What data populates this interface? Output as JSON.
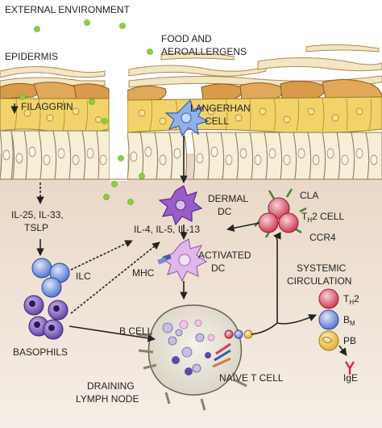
{
  "labels": {
    "external_environment": "EXTERNAL ENVIRONMENT",
    "food_line1": "FOOD AND",
    "food_line2": "AEROALLERGENS",
    "epidermis": "EPIDERMIS",
    "filaggrin": "FILAGGRIN",
    "langerhan_line1": "LANGERHAN",
    "langerhan_line2": "CELL",
    "dermal_line1": "DERMAL",
    "dermal_line2": "DC",
    "cla": "CLA",
    "th2_cell_main": "T",
    "th2_cell_sub": "H",
    "th2_cell_tail": "2 CELL",
    "ccr4": "CCR4",
    "il25_line1": "IL-25, IL-33,",
    "il25_line2": "TSLP",
    "cytokines": "IL-4, IL-5, IL-13",
    "ilc": "ILC",
    "mhc": "MHC",
    "activated_line1": "ACTIVATED",
    "activated_line2": "DC",
    "systemic_line1": "SYSTEMIC",
    "systemic_line2": "CIRCULATION",
    "basophils": "BASOPHILS",
    "b_cell": "B CELL",
    "th2_main": "T",
    "th2_sub": "H",
    "th2_tail": "2",
    "bm_main": "B",
    "bm_sub": "M",
    "pb": "PB",
    "ige": "IgE",
    "naive_t_cell": "NAÏVE T CELL",
    "draining_line1": "DRAINING",
    "draining_line2": "LYMPH NODE"
  },
  "colors": {
    "external_text": "#3a5f96",
    "epidermis_text": "#b07a1a",
    "dermal_text": "#7a2c7a",
    "cla_text": "#3b8a2a",
    "th2_text": "#b8203a",
    "ilc_text": "#3b58b0",
    "activated_text": "#b36ab8",
    "pb_text": "#c88a1a",
    "food_text": "#3b8a2a",
    "allergen_dot": "#8ccf3a",
    "cell_dark": "#2a2a2a"
  },
  "icons": {
    "filaggrin_arrow": "down-arrow-icon",
    "ige_symbol": "antibody-y-icon"
  }
}
